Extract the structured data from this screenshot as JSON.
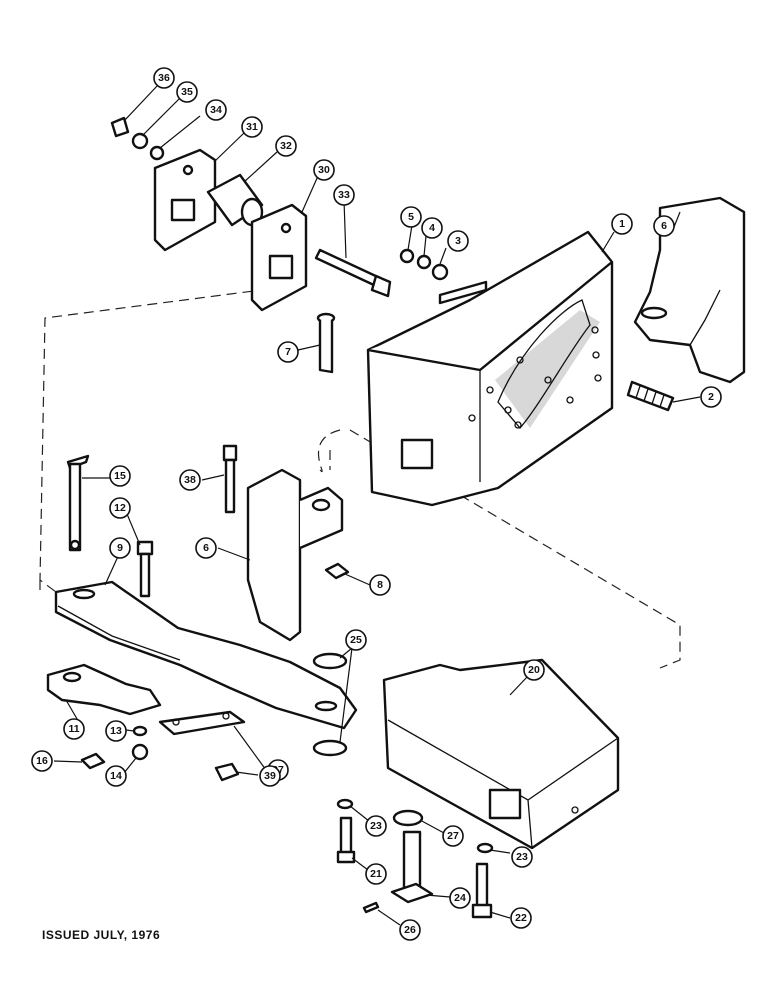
{
  "footer": {
    "issued_text": "ISSUED JULY, 1976"
  },
  "callouts": [
    "36",
    "35",
    "34",
    "31",
    "32",
    "30",
    "33",
    "5",
    "4",
    "3",
    "1",
    "6",
    "2",
    "7",
    "15",
    "38",
    "12",
    "9",
    "6",
    "8",
    "25",
    "20",
    "11",
    "13",
    "16",
    "14",
    "37",
    "39",
    "23",
    "27",
    "21",
    "24",
    "23",
    "26",
    "22"
  ]
}
